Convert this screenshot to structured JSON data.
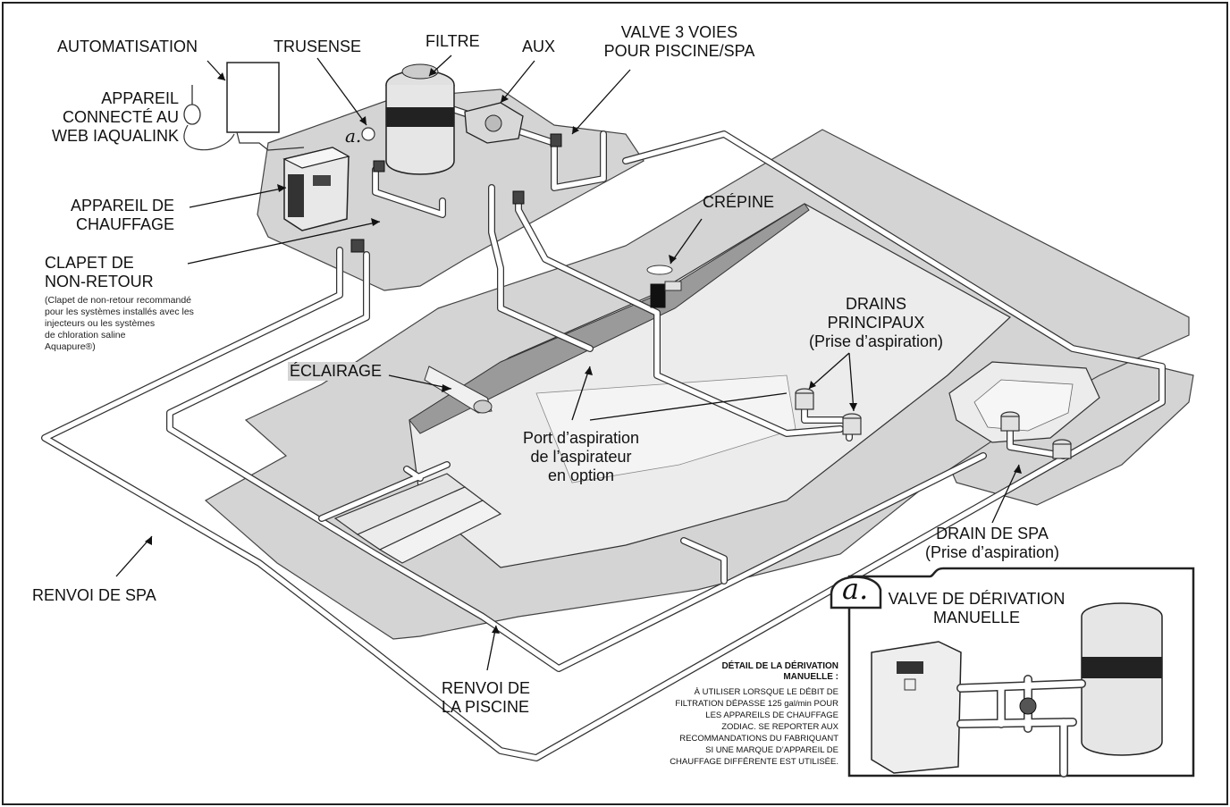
{
  "labels": {
    "automation": "AUTOMATISATION",
    "trusense": "TRUSENSE",
    "filter": "FILTRE",
    "aux": "AUX",
    "valve3_line1": "VALVE 3 VOIES",
    "valve3_line2": "POUR PISCINE/SPA",
    "iaqualink_line1": "APPAREIL",
    "iaqualink_line2": "CONNECTÉ AU",
    "iaqualink_line3": "WEB IAQUALINK",
    "heater_line1": "APPAREIL DE",
    "heater_line2": "CHAUFFAGE",
    "check_line1": "CLAPET DE",
    "check_line2": "NON-RETOUR",
    "check_note": [
      "(Clapet de non-retour recommandé",
      "pour les systèmes installés avec les",
      "injecteurs ou les systèmes",
      "de chloration saline",
      "Aquapure®)"
    ],
    "strainer": "CRÉPINE",
    "main_drains_line1": "DRAINS",
    "main_drains_line2": "PRINCIPAUX",
    "main_drains_line3": "(Prise d’aspiration)",
    "lighting": "ÉCLAIRAGE",
    "vacuum_line1": "Port d’aspiration",
    "vacuum_line2": "de l’aspirateur",
    "vacuum_line3": "en option",
    "spa_drain_line1": "DRAIN DE SPA",
    "spa_drain_line2": "(Prise d’aspiration)",
    "spa_return": "RENVOI DE SPA",
    "pool_return_line1": "RENVOI DE",
    "pool_return_line2": "LA PISCINE",
    "marker_a": "a.",
    "bypass_line1": "VALVE DE DÉRIVATION",
    "bypass_line2": "MANUELLE"
  },
  "detail": {
    "title_line1": "DÉTAIL DE LA DÉRIVATION",
    "title_line2": "MANUELLE :",
    "text": [
      "À UTILISER LORSQUE LE DÉBIT DE",
      "FILTRATION DÉPASSE 125 gal/min POUR",
      "LES APPAREILS DE CHAUFFAGE",
      "ZODIAC. SE REPORTER AUX",
      "RECOMMANDATIONS DU FABRIQUANT",
      "SI UNE MARQUE D’APPAREIL DE",
      "CHAUFFAGE DIFFÉRENTE EST UTILISÉE."
    ]
  },
  "colors": {
    "slab": "#d4d4d4",
    "pool_floor": "#ececec",
    "dark_wall": "#9a9a9a",
    "pipe": "#ffffff",
    "outline": "#1a1a1a"
  }
}
